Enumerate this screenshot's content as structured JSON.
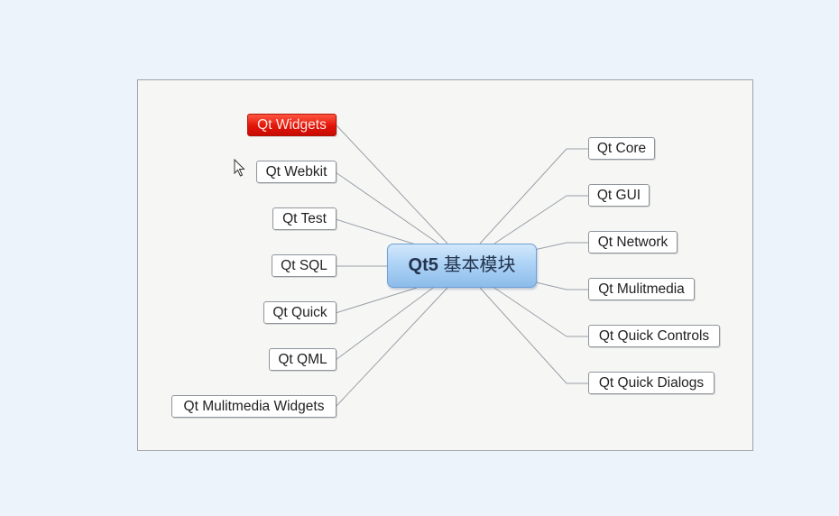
{
  "center": {
    "bold": "Qt5",
    "text": "基本模块"
  },
  "left_nodes": [
    "Qt Widgets",
    "Qt Webkit",
    "Qt Test",
    "Qt SQL",
    "Qt Quick",
    "Qt QML",
    "Qt Mulitmedia Widgets"
  ],
  "right_nodes": [
    "Qt Core",
    "Qt GUI",
    "Qt Network",
    "Qt Mulitmedia",
    "Qt Quick Controls",
    "Qt Quick Dialogs"
  ],
  "selected_node": "Qt Widgets",
  "colors": {
    "selected": "#e1150a",
    "center": "#aed3f6",
    "link": "#9aa0a8"
  }
}
